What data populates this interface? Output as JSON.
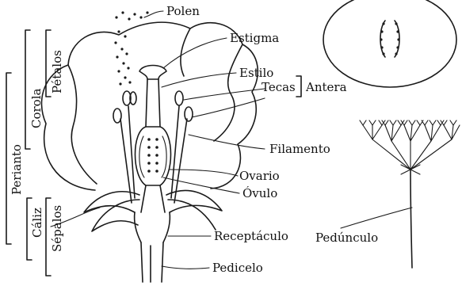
{
  "labels": {
    "polen": "Polen",
    "estigma": "Estigma",
    "estilo": "Estilo",
    "tecas": "Tecas",
    "antera": "Antera",
    "filamento": "Filamento",
    "ovario": "Ovario",
    "ovulo": "Óvulo",
    "receptaculo": "Receptáculo",
    "pedicelo": "Pedicelo",
    "pedunculo": "Pedúnculo",
    "petalos": "Pétalos",
    "corola": "Corola",
    "perianto": "Perianto",
    "caliz": "Cáliz",
    "sepalos": "Sépalos"
  }
}
